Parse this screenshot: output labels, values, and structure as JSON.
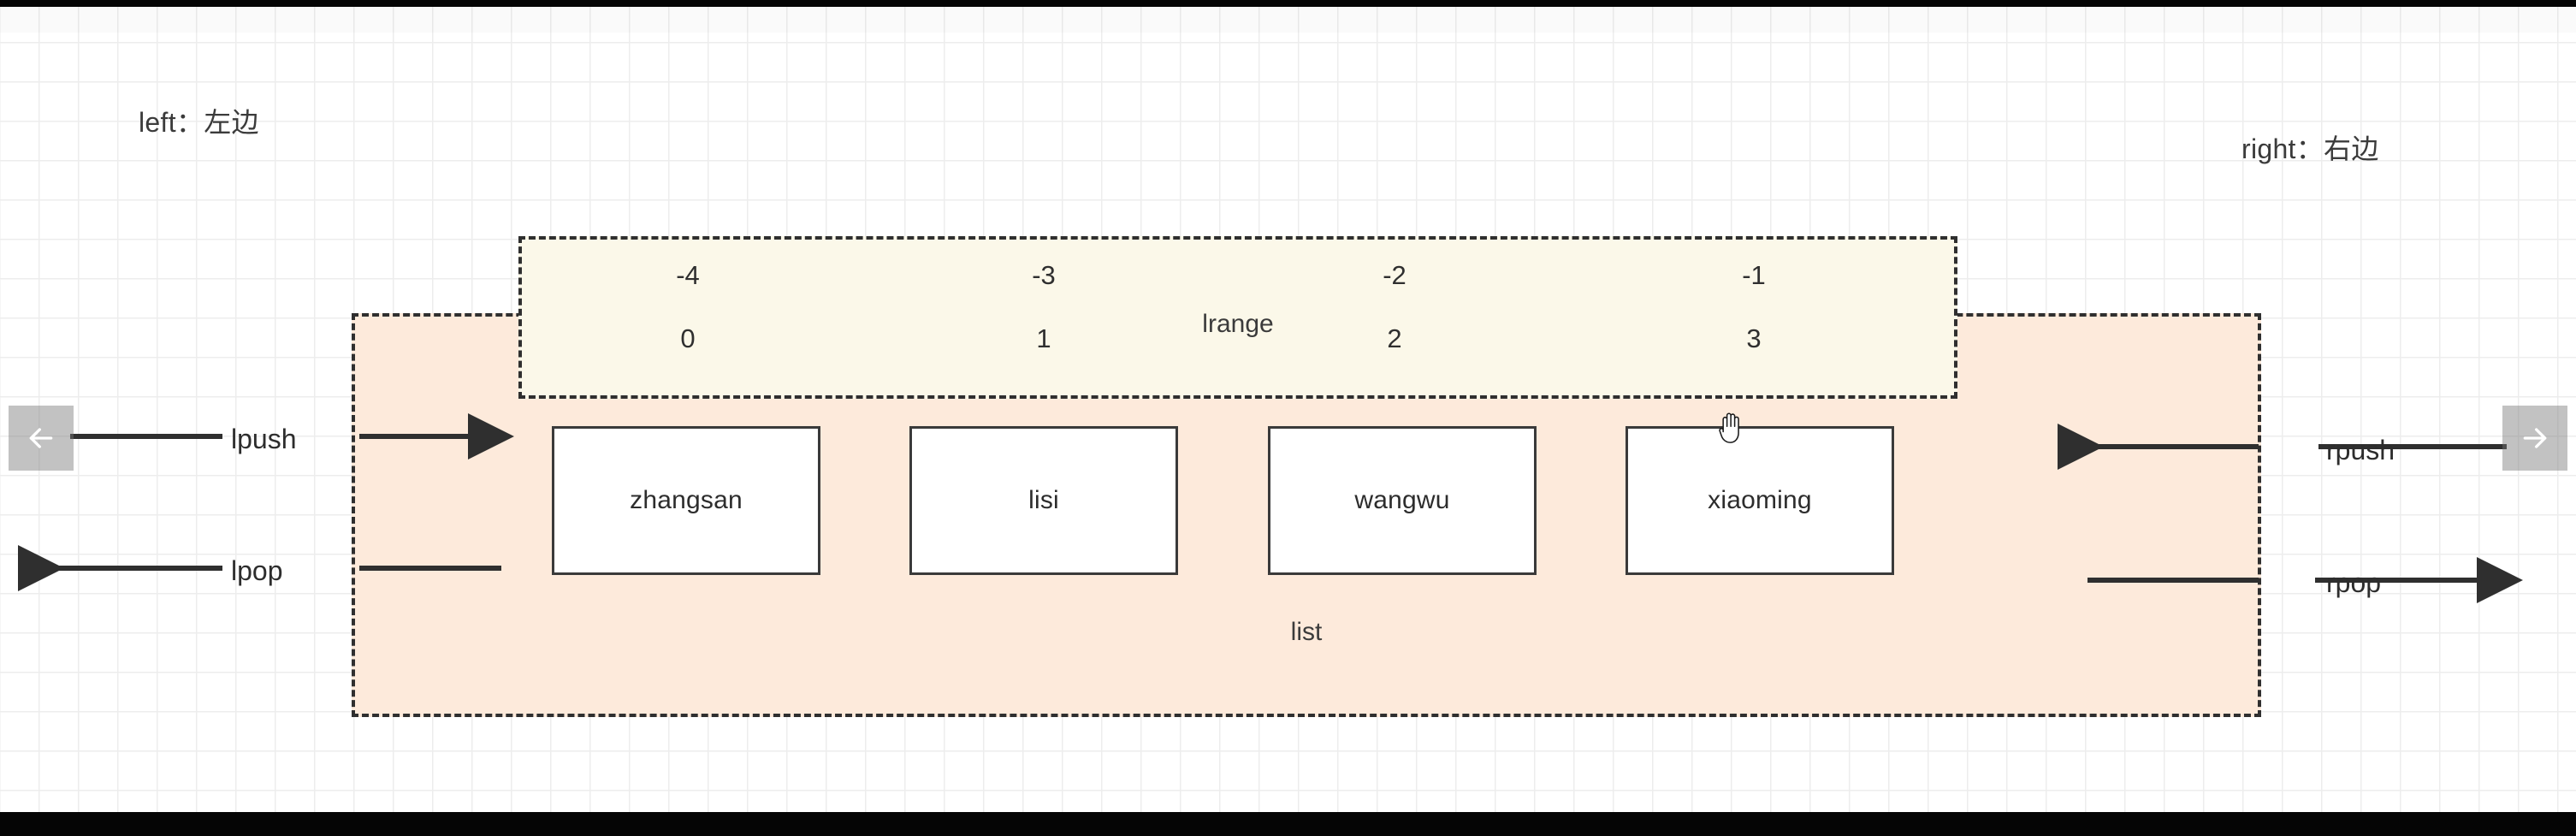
{
  "diagram": {
    "title_labels": {
      "left": "left：左边",
      "right": "right：右边"
    },
    "list_container": {
      "caption": "list",
      "fill_color": "#fdeadb",
      "border_style": "dashed",
      "border_color": "#2f2f2f"
    },
    "lrange_container": {
      "caption": "lrange",
      "fill_color": "#fbf8e9",
      "border_style": "dashed",
      "border_color": "#2f2f2f"
    },
    "indexes": {
      "negative": [
        "-4",
        "-3",
        "-2",
        "-1"
      ],
      "positive": [
        "0",
        "1",
        "2",
        "3"
      ]
    },
    "items": [
      {
        "value": "zhangsan"
      },
      {
        "value": "lisi"
      },
      {
        "value": "wangwu"
      },
      {
        "value": "xiaoming"
      }
    ],
    "operations": {
      "lpush": "lpush",
      "lpop": "lpop",
      "rpush": "rpush",
      "rpop": "rpop"
    }
  },
  "viewer": {
    "prev_icon": "arrow-left-icon",
    "next_icon": "arrow-right-icon",
    "cursor_icon": "hand-cursor-icon"
  }
}
